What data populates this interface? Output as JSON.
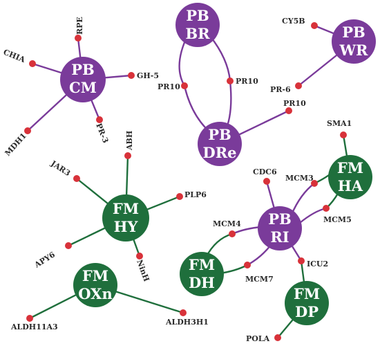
{
  "colors": {
    "purple": "#7a3b9a",
    "green": "#1f6f3c",
    "gene_dot": "#d8323a"
  },
  "hubs": {
    "pbcm": {
      "line1": "PB",
      "line2": "CM",
      "color": "purple"
    },
    "pbbr": {
      "line1": "PB",
      "line2": "BR",
      "color": "purple"
    },
    "pbwr": {
      "line1": "PB",
      "line2": "WR",
      "color": "purple"
    },
    "pbdre": {
      "line1": "PB",
      "line2": "DRe",
      "color": "purple"
    },
    "pbri": {
      "line1": "PB",
      "line2": "RI",
      "color": "purple"
    },
    "fmhy": {
      "line1": "FM",
      "line2": "HY",
      "color": "green"
    },
    "fmha": {
      "line1": "FM",
      "line2": "HA",
      "color": "green"
    },
    "fmdh": {
      "line1": "FM",
      "line2": "DH",
      "color": "green"
    },
    "fmdp": {
      "line1": "FM",
      "line2": "DP",
      "color": "green"
    },
    "fmoxn": {
      "line1": "FM",
      "line2": "OXn",
      "color": "green"
    }
  },
  "genes": {
    "rpe": "RPE",
    "chia": "CHIA",
    "gh5": "GH-5",
    "pr3": "PR-3",
    "mdh1": "MDH1",
    "pr10a": "PR10",
    "pr10b": "PR10",
    "pr10c": "PR10",
    "cy5b": "CY5B",
    "pr6": "PR-6",
    "abh": "ABH",
    "jar3": "JAR3",
    "plp6": "PLP6",
    "apy6": "APY6",
    "ninh": "NinH",
    "sma1": "SMA1",
    "cdc6": "CDC6",
    "mcm3": "MCM3",
    "mcm5": "MCM5",
    "mcm4": "MCM4",
    "mcm7": "MCM7",
    "icu2": "ICU2",
    "pola": "POLA",
    "aldh11a3": "ALDH11A3",
    "aldh3h1": "ALDH3H1"
  }
}
